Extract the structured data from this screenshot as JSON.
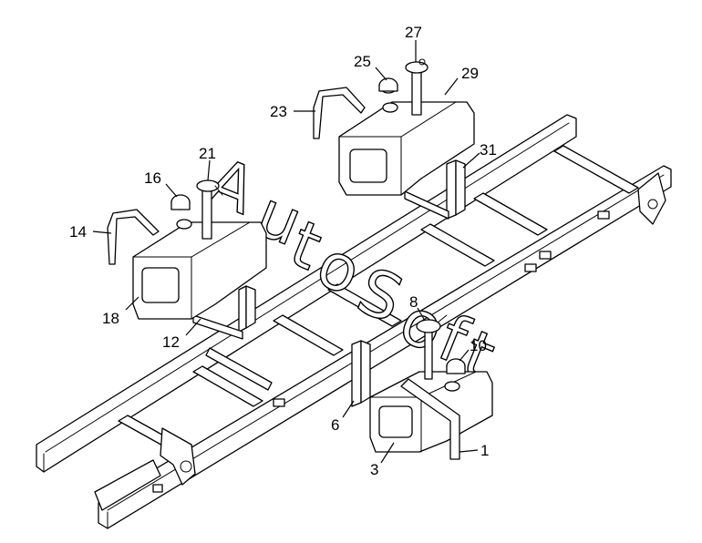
{
  "watermark": {
    "letters": [
      "A",
      "u",
      "t",
      "o",
      "S",
      "o",
      "f",
      "t"
    ]
  },
  "callouts": {
    "c1": "1",
    "c3": "3",
    "c6": "6",
    "c8": "8",
    "c10": "10",
    "c12": "12",
    "c14": "14",
    "c16": "16",
    "c18": "18",
    "c21": "21",
    "c23": "23",
    "c25": "25",
    "c27": "27",
    "c29": "29",
    "c31": "31"
  }
}
